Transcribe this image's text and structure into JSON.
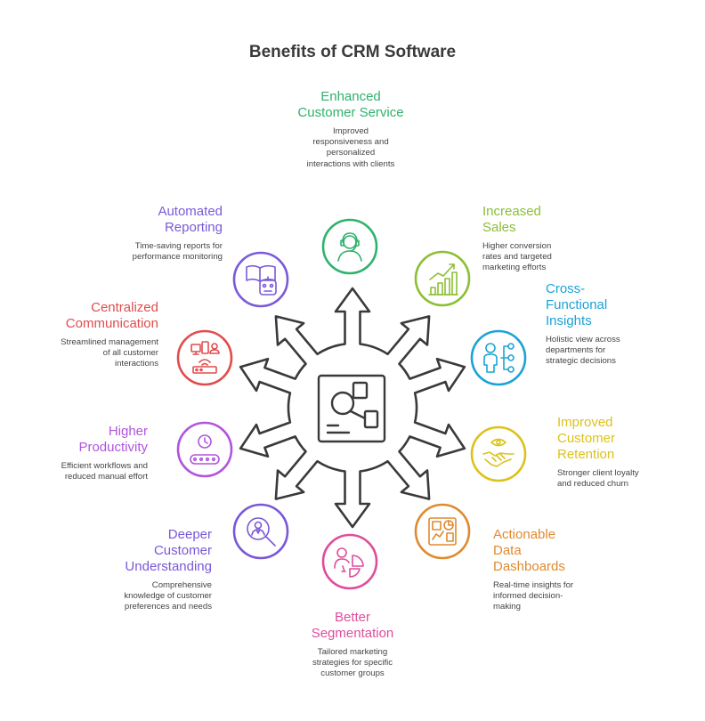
{
  "title": "Benefits of CRM Software",
  "benefits": [
    {
      "id": "service",
      "title": "Enhanced Customer Service",
      "description": "Improved responsiveness and personalized interactions with clients",
      "color": "#2fb26c",
      "icon": "customer-service-agent-icon"
    },
    {
      "id": "sales",
      "title": "Increased Sales",
      "description": "Higher conversion rates and targeted marketing efforts",
      "color": "#8bbf34",
      "icon": "sales-growth-chart-icon"
    },
    {
      "id": "insights",
      "title": "Cross-Functional Insights",
      "description": "Holistic view across departments for strategic decisions",
      "color": "#1ba3d6",
      "icon": "person-network-icon"
    },
    {
      "id": "retention",
      "title": "Improved Customer Retention",
      "description": "Stronger client loyalty and reduced churn",
      "color": "#dcc21a",
      "icon": "handshake-eye-icon"
    },
    {
      "id": "dashboards",
      "title": "Actionable Data Dashboards",
      "description": "Real-time insights for informed decision-making",
      "color": "#e08a2e",
      "icon": "data-dashboard-icon"
    },
    {
      "id": "segmentation",
      "title": "Better Segmentation",
      "description": "Tailored marketing strategies for specific customer groups",
      "color": "#de4d9c",
      "icon": "segmentation-pie-person-icon"
    },
    {
      "id": "understanding",
      "title": "Deeper Customer Understanding",
      "description": "Comprehensive knowledge of customer preferences and needs",
      "color": "#7a57d8",
      "icon": "magnifier-person-icon"
    },
    {
      "id": "productivity",
      "title": "Higher Productivity",
      "description": "Efficient workflows and reduced manual effort",
      "color": "#b154dd",
      "icon": "clock-conveyor-icon"
    },
    {
      "id": "communication",
      "title": "Centralized Communication",
      "description": "Streamlined management of all customer interactions",
      "color": "#e04d4d",
      "icon": "connected-devices-icon"
    },
    {
      "id": "reporting",
      "title": "Automated Reporting",
      "description": "Time-saving reports for performance monitoring",
      "color": "#7b5ad8",
      "icon": "robot-report-icon"
    }
  ],
  "center": {
    "icon": "crm-dashboard-icon",
    "color": "#3a3a3a"
  }
}
